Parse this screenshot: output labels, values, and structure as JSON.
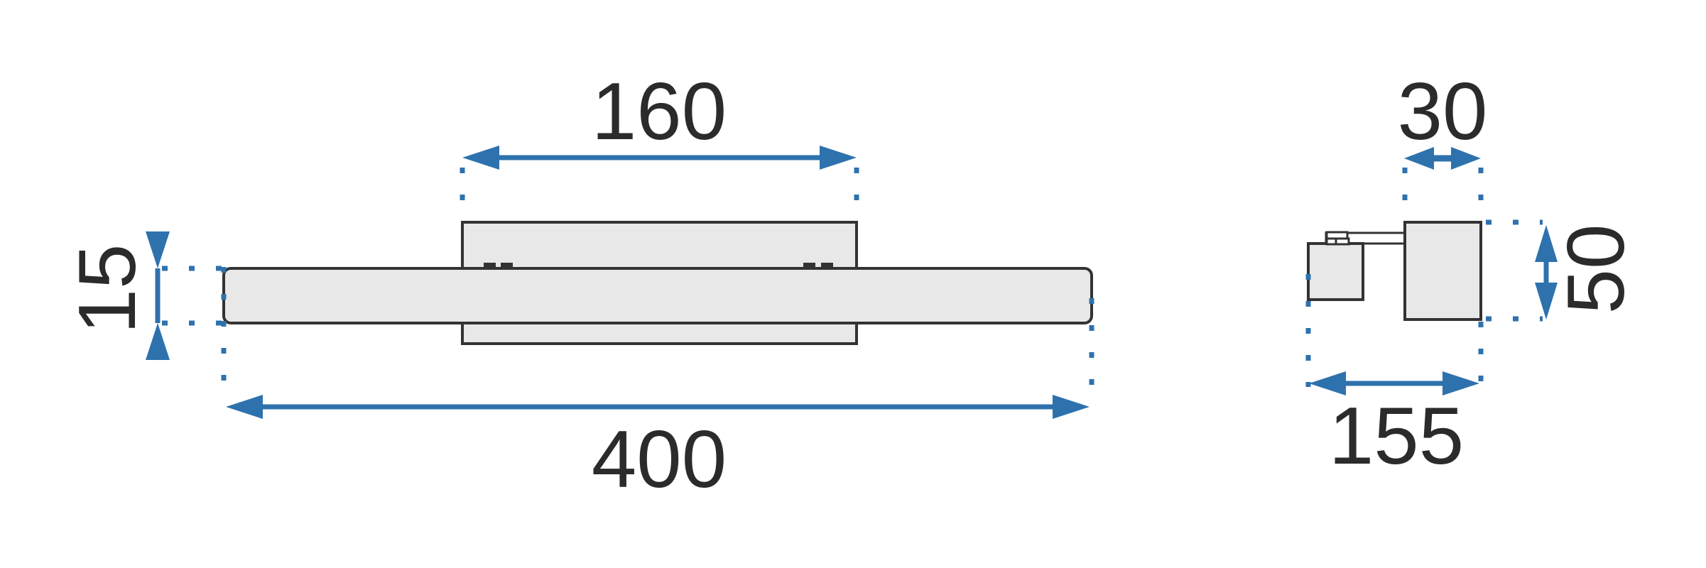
{
  "drawing": {
    "front": {
      "plate_width_label": "160",
      "bar_height_label": "15",
      "bar_length_label": "400"
    },
    "side": {
      "width_label": "30",
      "height_label": "50",
      "depth_label": "155"
    },
    "colors": {
      "dimension_blue": "#2e72ad",
      "outline_dark": "#333333",
      "text_dark": "#2b2b2b",
      "shape_fill": "#e8e8e8",
      "background": "#ffffff"
    }
  }
}
